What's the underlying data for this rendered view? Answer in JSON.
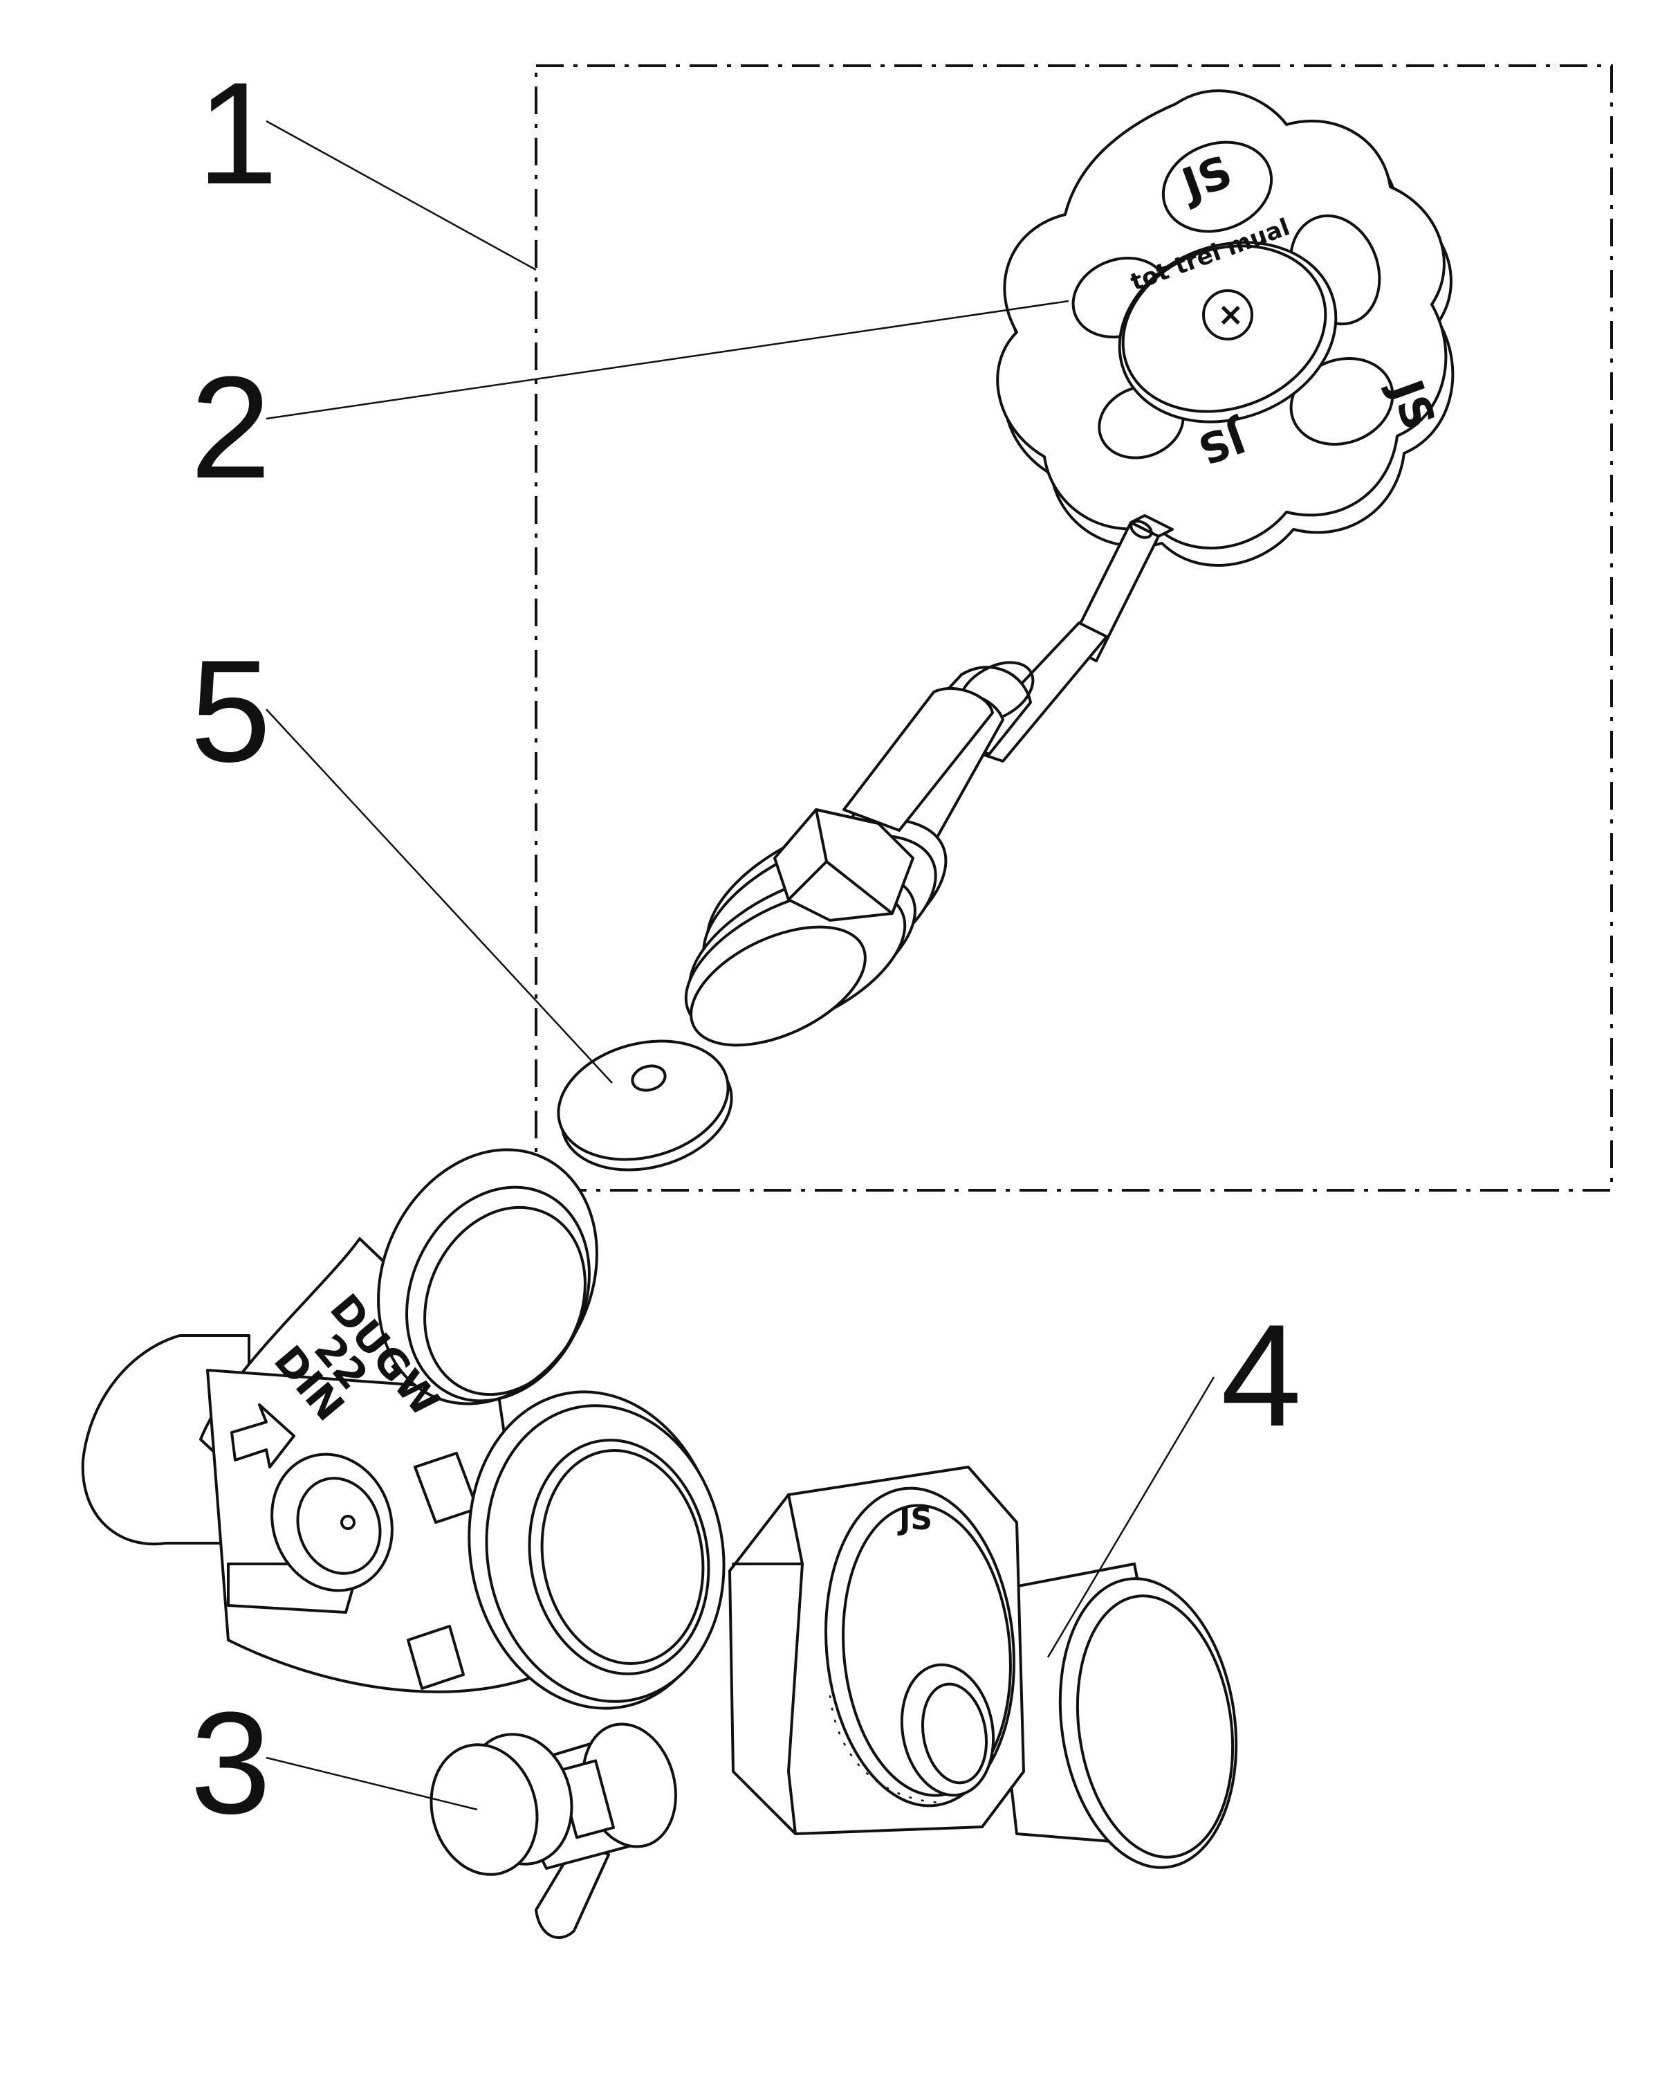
{
  "callouts": [
    {
      "id": "1",
      "label": "1"
    },
    {
      "id": "2",
      "label": "2"
    },
    {
      "id": "3",
      "label": "3"
    },
    {
      "id": "4",
      "label": "4"
    },
    {
      "id": "5",
      "label": "5"
    }
  ],
  "handwheel": {
    "hub_text": "tot trei mual",
    "logo": "JS"
  },
  "valve_body": {
    "marking_line1": "DUGW",
    "marking_line2": "22",
    "marking_line3": "DIN"
  },
  "union_nut": {
    "logo": "JS"
  },
  "colors": {
    "line": "#111111",
    "background": "#ffffff"
  }
}
